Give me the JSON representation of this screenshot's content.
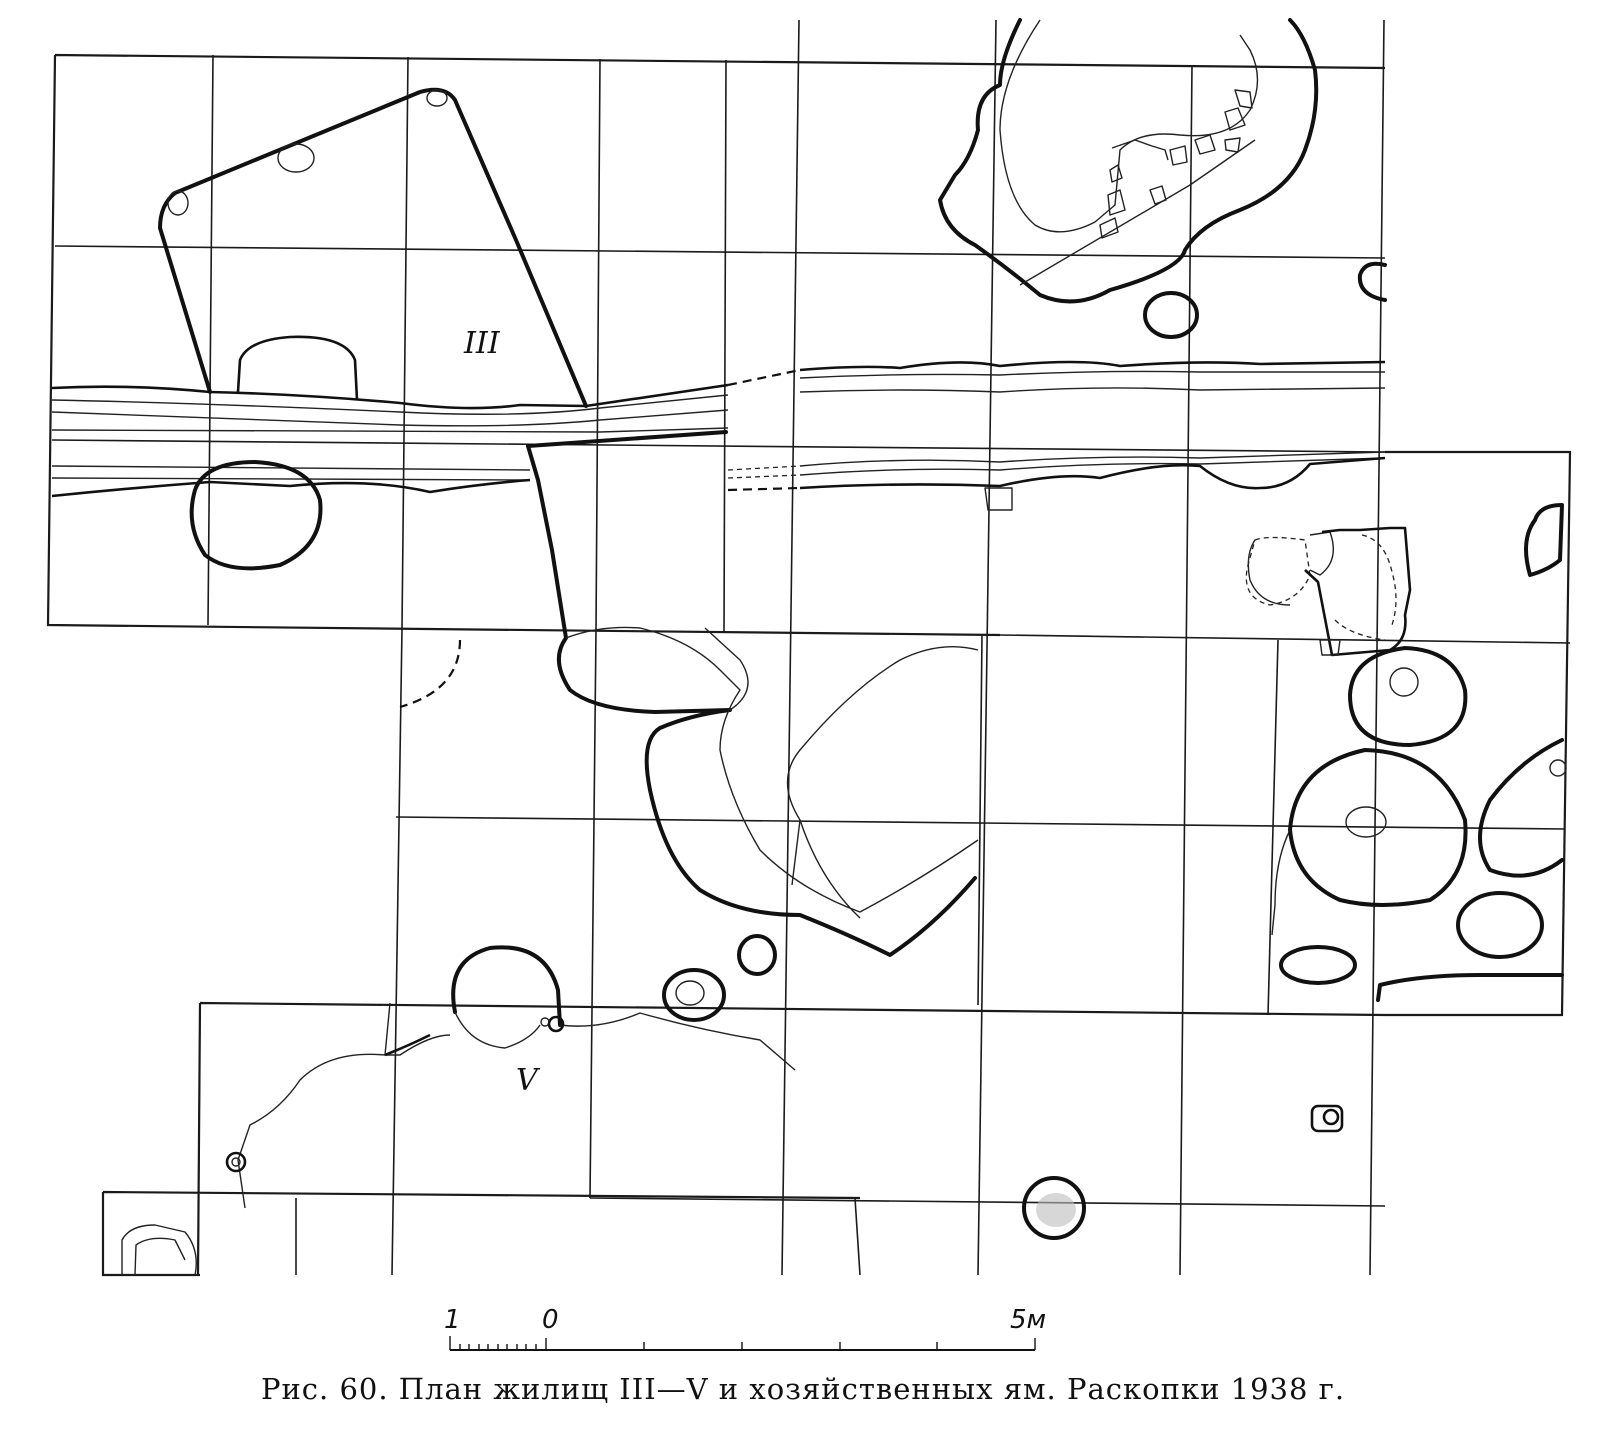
{
  "labels": {
    "house_3": "III",
    "house_5": "V"
  },
  "scale_bar": {
    "left_label": "1",
    "zero_label": "0",
    "right_label": "5м"
  },
  "caption": "Рис. 60. План жилищ III—V и хозяйственных ям. Раскопки 1938 г."
}
